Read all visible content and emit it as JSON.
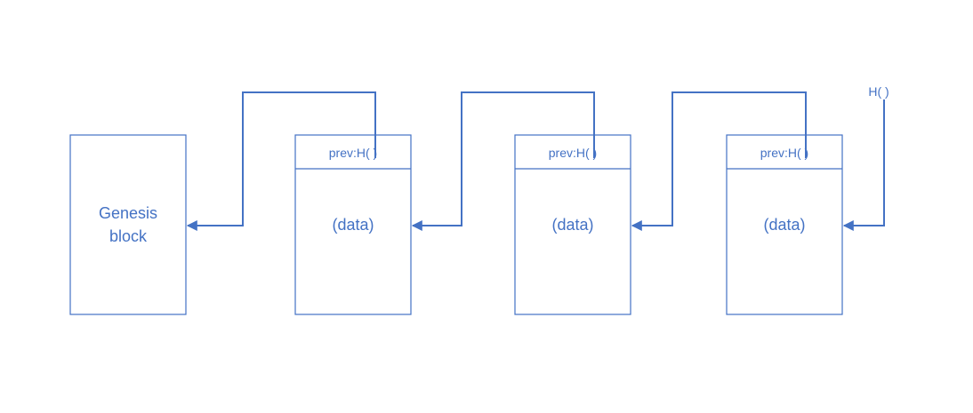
{
  "colors": {
    "stroke": "#4472c4",
    "text": "#4472c4"
  },
  "genesis": {
    "line1": "Genesis",
    "line2": "block"
  },
  "blocks": [
    {
      "header": "prev:H( )",
      "body": "(data)"
    },
    {
      "header": "prev:H( )",
      "body": "(data)"
    },
    {
      "header": "prev:H( )",
      "body": "(data)"
    }
  ],
  "head_pointer": {
    "label": "H( )"
  }
}
